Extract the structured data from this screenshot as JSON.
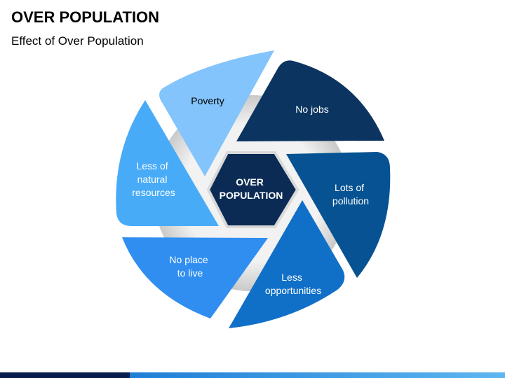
{
  "header": {
    "title": "OVER POPULATION",
    "subtitle": "Effect of Over Population"
  },
  "center": {
    "line1": "OVER",
    "line2": "POPULATION",
    "color": "#0b2b55"
  },
  "segments": [
    {
      "id": "poverty",
      "lines": [
        "Poverty"
      ],
      "color": "#82c4fb",
      "text_color": "#000000"
    },
    {
      "id": "no-jobs",
      "lines": [
        "No jobs"
      ],
      "color": "#0b3560",
      "text_color": "#ffffff"
    },
    {
      "id": "lots-of-pollution",
      "lines": [
        "Lots of",
        "pollution"
      ],
      "color": "#065292",
      "text_color": "#ffffff"
    },
    {
      "id": "less-opportunities",
      "lines": [
        "Less",
        "opportunities"
      ],
      "color": "#1070c8",
      "text_color": "#ffffff"
    },
    {
      "id": "no-place-to-live",
      "lines": [
        "No place",
        "to live"
      ],
      "color": "#2f8ef0",
      "text_color": "#ffffff"
    },
    {
      "id": "less-natural-resources",
      "lines": [
        "Less of",
        "natural",
        "resources"
      ],
      "color": "#48abf7",
      "text_color": "#ffffff"
    }
  ]
}
